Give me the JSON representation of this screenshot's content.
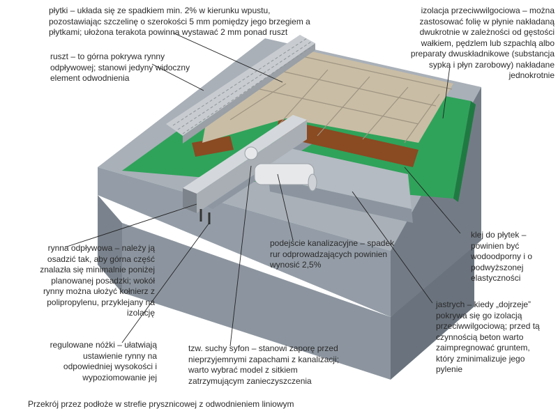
{
  "labels": {
    "tiles": "płytki – układa się ze spadkiem min. 2% w kierunku wpustu, pozostawiając szczelinę o szerokości 5 mm pomiędzy jego brzegiem a płytkami; ułożona terakota powinna wystawać 2 mm ponad ruszt",
    "grate": "ruszt – to górna pokrywa rynny odpływowej; stanowi jedyny widoczny element odwodnienia",
    "waterproofing": "izolacja przeciwwilgociowa – można zastosować folię w płynie nakładaną dwukrotnie w zależności od gęstości wałkiem, pędzlem lub szpachlą albo preparaty dwuskładnikowe (substancja sypka i płyn zarobowy) nakładane jednokrotnie",
    "channel": "rynna odpływowa – należy ją osadzić tak, aby górna część znalazła się minimalnie poniżej planowanej posadzki; wokół rynny można ułożyć kołnierz z polipropylenu, przyklejany na izolację",
    "sewer": "podejście kanalizacyjne – spadek rur odprowadzających powinien wynosić 2,5%",
    "adhesive": "klej do płytek – powinien być wodoodporny i o podwyższonej elastyczności",
    "screed": "jastrych – kiedy „dojrzeje” pokrywa się go izolacją przeciwwilgociową; przed tą czynnością beton warto zaimpregnować gruntem, który zminimalizuje jego pylenie",
    "feet": "regulowane nóżki – ułatwiają ustawienie rynny na odpowiedniej wysokości i wypoziomowanie jej",
    "siphon": "tzw. suchy syfon – stanowi zaporę przed nieprzyjemnymi zapachami z kanalizacji; warto wybrać model z sitkiem zatrzymującym zanieczyszczenia"
  },
  "caption": "Przekrój przez podłoże w strefie prysznicowej z odwodnieniem liniowym",
  "colors": {
    "concrete_top": "#a7aeb6",
    "concrete_front": "#8f98a2",
    "concrete_side": "#6f7882",
    "membrane": "#2fa35a",
    "adhesive": "#8a4a22",
    "tile": "#c9bda5",
    "grate": "#c8ccd0"
  }
}
